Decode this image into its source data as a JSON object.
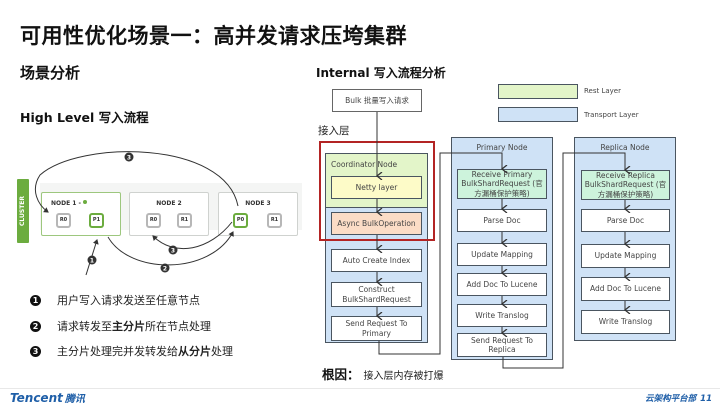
{
  "title": "可用性优化场景一：高并发请求压垮集群",
  "section": "场景分析",
  "high_level": {
    "heading": "High Level 写入流程",
    "cluster_tag": "CLUSTER",
    "nodes": [
      {
        "label": "NODE 1 - ",
        "shards": [
          "R0",
          "P1"
        ],
        "primary_index": 1
      },
      {
        "label": "NODE 2",
        "shards": [
          "R0",
          "R1"
        ],
        "primary_index": -1
      },
      {
        "label": "NODE 3",
        "shards": [
          "P0",
          "R1"
        ],
        "primary_index": 0
      }
    ],
    "arrow_badges": [
      "1",
      "2",
      "3",
      "3"
    ],
    "steps": [
      {
        "num": "1",
        "parts": [
          "用户写入请求发送至任意节点"
        ]
      },
      {
        "num": "2",
        "before": "请求转发至",
        "bold": "主分片",
        "after": "所在节点处理"
      },
      {
        "num": "3",
        "before": "主分片处理完并发转发给",
        "bold": "从分片",
        "after": "处理"
      }
    ]
  },
  "internal": {
    "heading": "Internal 写入流程分析",
    "bulk_request": "Bulk 批量写入请求",
    "access_layer": "接入层",
    "legend": [
      {
        "label": "Rest Layer",
        "color": "#e3f5c9"
      },
      {
        "label": "Transport Layer",
        "color": "#cfe2f6"
      }
    ],
    "coordinator": {
      "label": "Coordinator Node",
      "netty": "Netty layer",
      "async": "Async BulkOperation",
      "steps": [
        "Auto Create Index",
        "Construct BulkShardRequest",
        "Send Request To Primary"
      ]
    },
    "primary": {
      "label": "Primary Node",
      "receive": "Receive Primary BulkShardRequest (官方漏桶保护策略)",
      "steps": [
        "Parse Doc",
        "Update Mapping",
        "Add Doc To Lucene",
        "Write Translog",
        "Send Request To Replica"
      ]
    },
    "replica": {
      "label": "Replica Node",
      "receive": "Receive Replica BulkShardRequest (官方漏桶保护策略)",
      "steps": [
        "Parse Doc",
        "Update Mapping",
        "Add Doc To Lucene",
        "Write Translog"
      ]
    },
    "root_cause_label": "根因：",
    "root_cause_text": "接入层内存被打爆"
  },
  "footer": {
    "brand": "Tencent",
    "brand_cn": "腾讯",
    "dept": "云架构平台部",
    "page": "11"
  },
  "colors": {
    "cluster_green": "#6cac3f",
    "highlight_red": "#b32424",
    "brand_blue": "#1f5fa8"
  }
}
